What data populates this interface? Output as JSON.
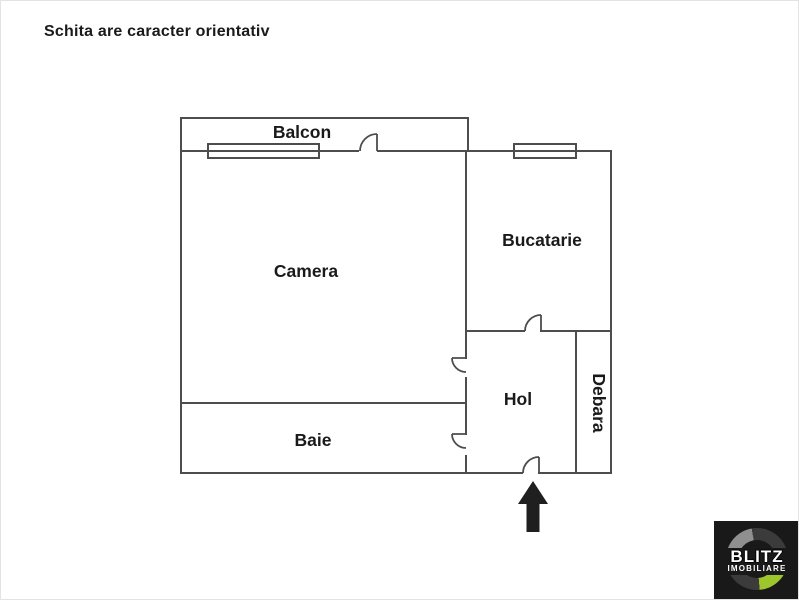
{
  "note": {
    "text": "Schita are caracter orientativ"
  },
  "plan": {
    "rooms": {
      "balcon": "Balcon",
      "camera": "Camera",
      "bucatarie": "Bucatarie",
      "hol": "Hol",
      "debara": "Debara",
      "baie": "Baie"
    }
  },
  "branding": {
    "name": "BLITZ",
    "tagline": "IMOBILIARE",
    "accent_green": "#9dc62c",
    "square_bg": "#191919"
  },
  "colors": {
    "wall": "#4d4d4d",
    "text": "#1a1a1a",
    "arrow": "#1f1f1f"
  }
}
